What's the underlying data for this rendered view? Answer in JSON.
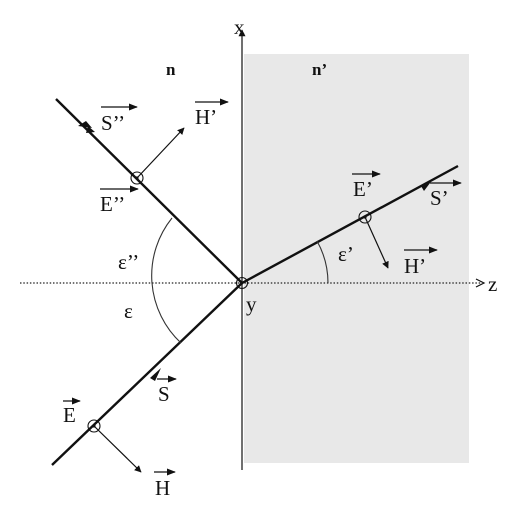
{
  "axes": {
    "x": "x",
    "z": "z",
    "y": "y"
  },
  "media": {
    "incident": "n",
    "transmitted": "n’"
  },
  "angles": {
    "incident": "ε",
    "reflected": "ε’’",
    "refracted": "ε’"
  },
  "vectors": {
    "E": "E",
    "S": "S",
    "H": "H",
    "E_refl": "E’’",
    "S_refl": "S’’",
    "H_refl": "H’",
    "E_trans": "E’",
    "S_trans": "S’",
    "H_trans": "H’"
  },
  "colors": {
    "ink": "#111111",
    "second_medium": "#e8e8e8"
  }
}
